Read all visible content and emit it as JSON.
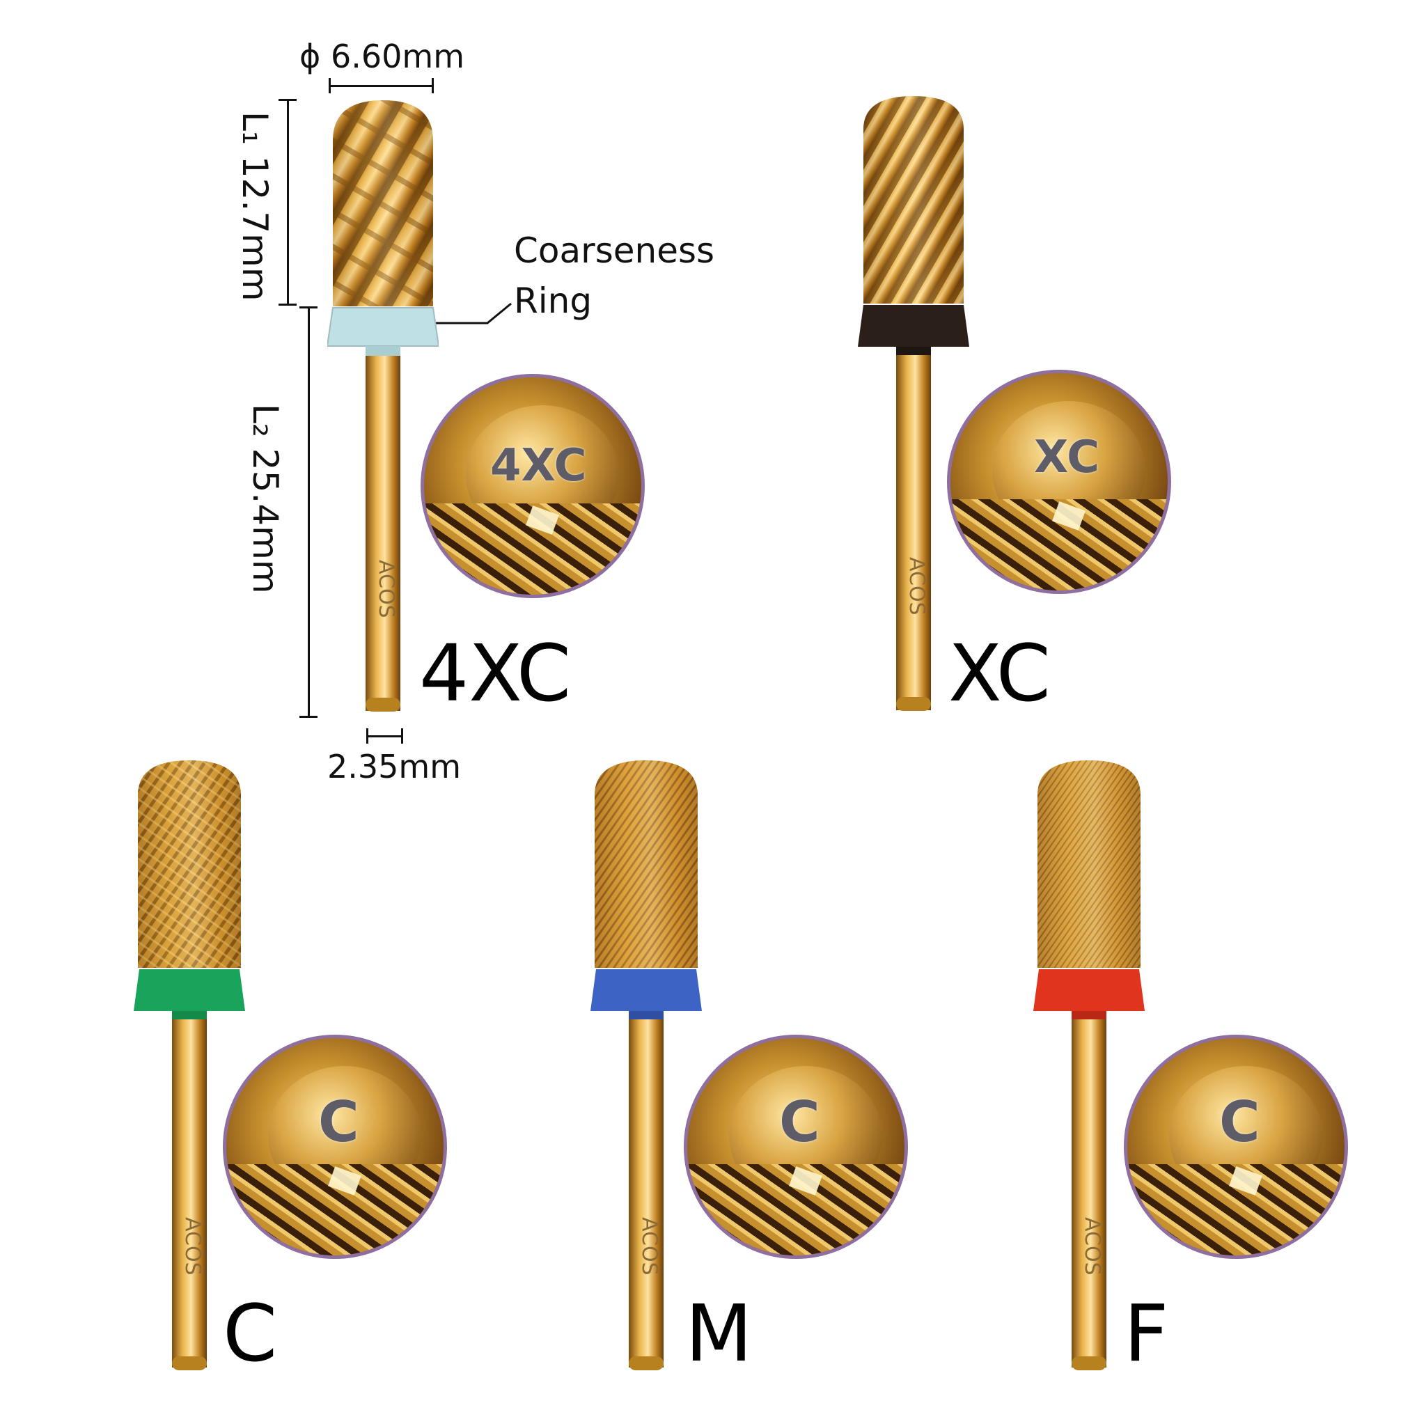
{
  "dimensions": {
    "diameter": "ϕ 6.60mm",
    "l1": "L₁ 12.7mm",
    "l2": "L₂ 25.4mm",
    "shank": "2.35mm"
  },
  "callout": {
    "line1": "Coarseness",
    "line2": "Ring"
  },
  "shank_engraving": "ACOS",
  "bits": [
    {
      "grade": "4XC",
      "ring_color": "#bfe0e4",
      "zoom_label": "4XC"
    },
    {
      "grade": "XC",
      "ring_color": "#2b1f1a",
      "zoom_label": "XC"
    },
    {
      "grade": "C",
      "ring_color": "#1aa35a",
      "zoom_label": "C"
    },
    {
      "grade": "M",
      "ring_color": "#3d63c4",
      "zoom_label": "C"
    },
    {
      "grade": "F",
      "ring_color": "#e0341c",
      "zoom_label": "C"
    }
  ],
  "colors": {
    "gold": "#d69a2c",
    "zoom_border": "#8e6fa0"
  }
}
